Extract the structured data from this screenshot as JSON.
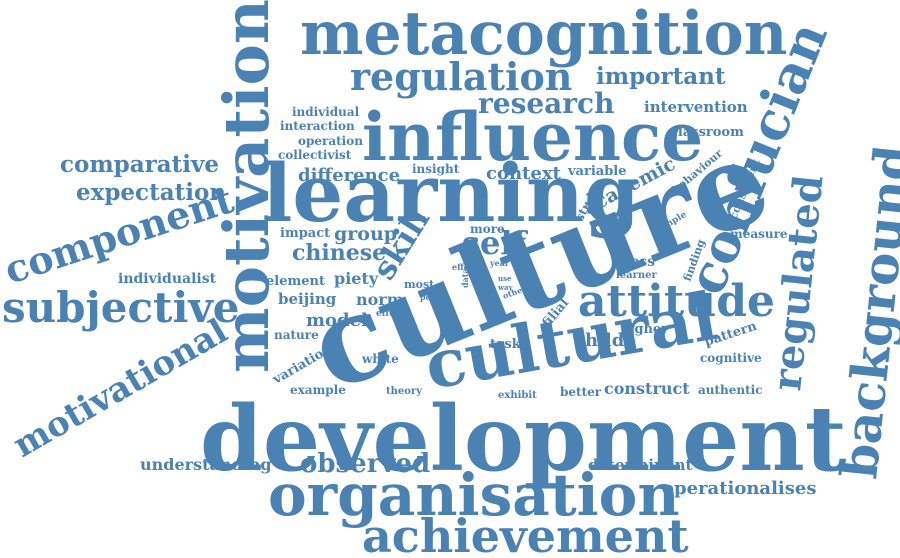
{
  "color": "#4a82b4",
  "words": {
    "culture": "culture",
    "development": "development",
    "learning": "learning",
    "influence": "influence",
    "metacognition": "metacognition",
    "organisation": "organisation",
    "cultural": "cultural",
    "motivation": "motivation",
    "confucian": "confucian",
    "background": "background",
    "achievement": "achievement",
    "regulation": "regulation",
    "attitude": "attitude",
    "subjective": "subjective",
    "component": "component",
    "regulated": "regulated",
    "motivational": "motivational",
    "research": "research",
    "important": "important",
    "observed": "observed",
    "self": "self",
    "skill": "skill",
    "comparative": "comparative",
    "expectation": "expectation",
    "difference": "difference",
    "context": "context",
    "academic": "academic",
    "chinese": "chinese",
    "group": "group",
    "model": "model",
    "child": "child",
    "operationalises": "operationalises",
    "understanding": "understanding",
    "determinant": "determinant",
    "intervention": "intervention",
    "construct": "construct",
    "norm": "norm",
    "beijing": "beijing",
    "piety": "piety",
    "element": "element",
    "individualist": "individualist",
    "impact": "impact",
    "classroom": "classroom",
    "individual": "individual",
    "interaction": "interaction",
    "operation": "operation",
    "collectivist": "collectivist",
    "insight": "insight",
    "variable": "variable",
    "study": "study",
    "behaviour": "behaviour",
    "consistent": "consistent",
    "sample": "sample",
    "measure": "measure",
    "finding": "finding",
    "cross": "cross",
    "learner": "learner",
    "filial": "filial",
    "higher": "higher",
    "pattern": "pattern",
    "cognitive": "cognitive",
    "authentic": "authentic",
    "better": "better",
    "exhibit": "exhibit",
    "task": "task",
    "white": "white",
    "theory": "theory",
    "example": "example",
    "variation": "variation",
    "nature": "nature",
    "more": "more",
    "most": "most",
    "effect": "effect",
    "point": "point",
    "effort": "effort",
    "year": "year",
    "data": "data",
    "way": "way",
    "use": "use",
    "other": "other"
  }
}
